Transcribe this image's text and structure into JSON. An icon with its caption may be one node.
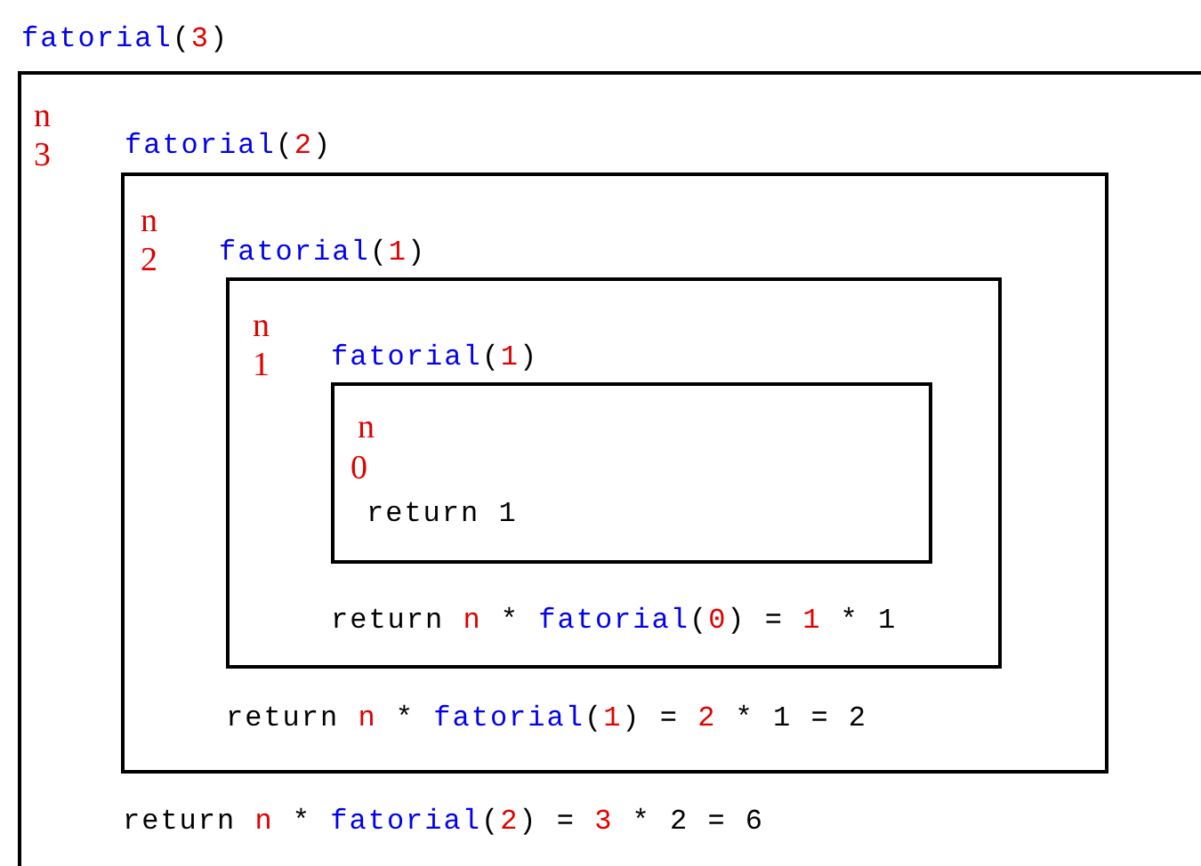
{
  "diagram": {
    "nodes": [
      {
        "text": [
          "fatorial(3)",
          "n",
          "3",
          "return n * fatorial(2) = 3 * 2 = 6"
        ]
      },
      {
        "text": [
          "fatorial(2)",
          "n",
          "2",
          "return n * fatorial(1) = 2 * 1 = 2"
        ],
        "in": 0
      },
      {
        "text": [
          "fatorial(1)",
          "n",
          "1",
          "return n * fatorial(0) = 1 * 1"
        ],
        "in": 1
      },
      {
        "text": [
          "fatorial(1)",
          "n",
          "0",
          "return 1"
        ],
        "in": 2
      }
    ]
  }
}
